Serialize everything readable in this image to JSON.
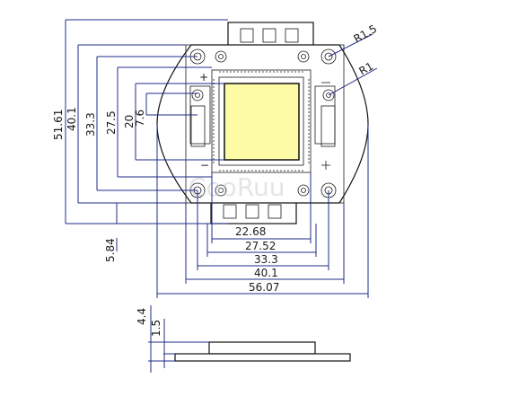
{
  "labels": {
    "radius_outer": "R1.5",
    "radius_inner": "R1",
    "plus": "+",
    "minus": "−",
    "watermark": "CooRuu",
    "h_dims": [
      "22.68",
      "27.52",
      "33.3",
      "40.1",
      "56.07"
    ],
    "v_dims": [
      "51.61",
      "40.1",
      "33.3",
      "27.5",
      "20",
      "7.6",
      "5.84"
    ],
    "thickness": [
      "4.4",
      "1.5"
    ]
  },
  "colors": {
    "die": "#fefba6",
    "pad": "#ffffff",
    "line": "#1a1a1a",
    "dim_line": "#1f2d8a"
  }
}
